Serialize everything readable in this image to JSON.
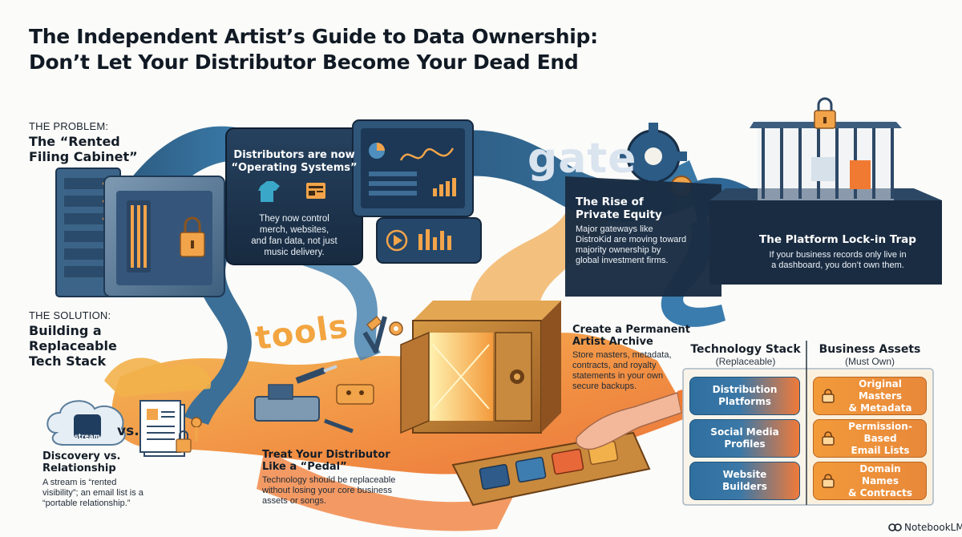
{
  "title": {
    "line1": "The Independent Artist’s Guide to Data Ownership:",
    "line2": "Don’t Let Your Distributor Become Your Dead End"
  },
  "problem": {
    "kicker": "THE PROBLEM:",
    "heading_line1": "The “Rented",
    "heading_line2": "Filing Cabinet”"
  },
  "operating_systems": {
    "heading_line1": "Distributors are now",
    "heading_line2": "“Operating Systems”",
    "body_line1": "They now control",
    "body_line2": "merch, websites,",
    "body_line3": "and fan data, not just",
    "body_line4": "music delivery."
  },
  "gate_word": "gate",
  "private_equity": {
    "heading_line1": "The Rise of",
    "heading_line2": "Private Equity",
    "body_line1": "Major gateways like",
    "body_line2": "DistroKid are moving toward",
    "body_line3": "majority ownership by",
    "body_line4": "global investment firms."
  },
  "lock_in": {
    "heading": "The Platform Lock-in Trap",
    "body_line1": "If your business records only live in",
    "body_line2": "a dashboard, you don’t own them."
  },
  "solution": {
    "kicker": "THE SOLUTION:",
    "heading_line1": "Building a",
    "heading_line2": "Replaceable",
    "heading_line3": "Tech Stack"
  },
  "tools_word": "tools",
  "archive": {
    "heading_line1": "Create a Permanent",
    "heading_line2": "Artist Archive",
    "body_line1": "Store masters, metadata,",
    "body_line2": "contracts, and royalty",
    "body_line3": "statements in your own",
    "body_line4": "secure backups."
  },
  "discovery": {
    "stream_label": "stream",
    "vs_label": "vs.",
    "heading_line1": "Discovery vs.",
    "heading_line2": "Relationship",
    "body_line1": "A stream is “rented",
    "body_line2": "visibility”; an email list is a",
    "body_line3": "“portable relationship.”"
  },
  "pedal": {
    "heading_line1": "Treat Your Distributor",
    "heading_line2": "Like a “Pedal”",
    "body_line1": "Technology should be replaceable",
    "body_line2": "without losing your core business",
    "body_line3": "assets or songs."
  },
  "stack_table": {
    "tech_title": "Technology Stack",
    "tech_sub": "(Replaceable)",
    "assets_title": "Business Assets",
    "assets_sub": "(Must Own)",
    "tech_items": [
      {
        "line1": "Distribution",
        "line2": "Platforms"
      },
      {
        "line1": "Social Media",
        "line2": "Profiles"
      },
      {
        "line1": "Website",
        "line2": "Builders"
      }
    ],
    "asset_items": [
      {
        "line1": "Original Masters",
        "line2": "& Metadata"
      },
      {
        "line1": "Permission-Based",
        "line2": "Email Lists"
      },
      {
        "line1": "Domain Names",
        "line2": "& Contracts"
      }
    ]
  },
  "watermark": "NotebookLM",
  "colors": {
    "navy": "#1f3f5e",
    "steel": "#35698f",
    "orange": "#f08a36",
    "amber": "#f4b24a",
    "dark_panel": "#1b2f48"
  },
  "icons": [
    "server-rack-icon",
    "safe-icon",
    "padlock-icon",
    "tshirt-icon",
    "website-icon",
    "pie-chart-icon",
    "bar-chart-icon",
    "play-icon",
    "gear-icon",
    "cage-icon",
    "cloud-icon",
    "document-icon",
    "key-icon",
    "wrench-icon",
    "screwdriver-icon",
    "vault-icon",
    "pedal-icon",
    "hand-icon"
  ]
}
